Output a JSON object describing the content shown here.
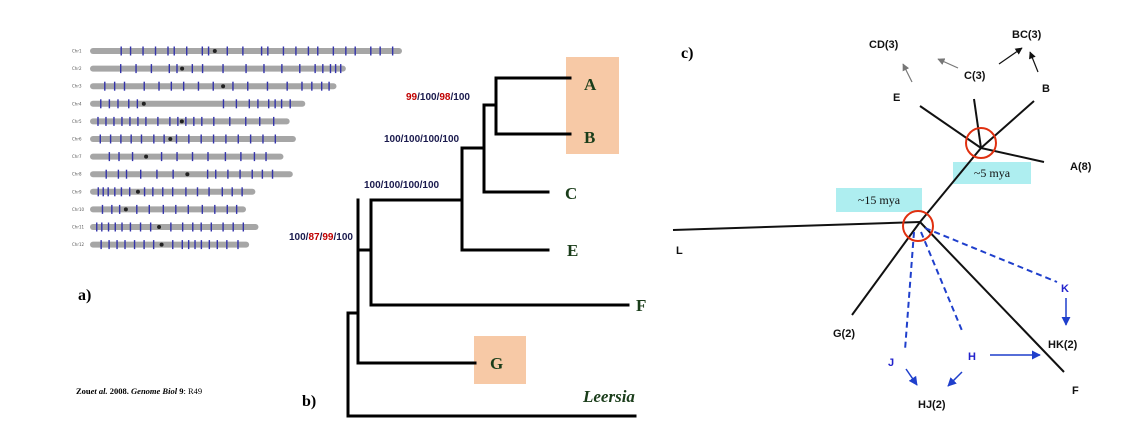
{
  "colors": {
    "chromosome": "#a6a6a6",
    "marker": "#3333aa",
    "support_black": "#1a1a4d",
    "support_red": "#c00000",
    "highlight_box": "#f7c9a6",
    "age_box": "#aeeef0",
    "node_circle": "#e03010",
    "dashed_blue": "#1f3fcc"
  },
  "panel_a": {
    "label": "a)",
    "citation": {
      "author": "Zou",
      "etal": "et al.",
      "year": " 2008. ",
      "journal": "Genome Biol",
      "volume": " 9",
      "pages": ": R49"
    },
    "chromosomes": [
      {
        "label": "Chr1",
        "length": 1.0,
        "centromere": 0.4,
        "markers": [
          0.1,
          0.13,
          0.17,
          0.21,
          0.25,
          0.27,
          0.31,
          0.36,
          0.38,
          0.44,
          0.49,
          0.55,
          0.57,
          0.62,
          0.66,
          0.7,
          0.73,
          0.78,
          0.82,
          0.85,
          0.9,
          0.93,
          0.97
        ]
      },
      {
        "label": "Chr2",
        "length": 0.82,
        "centromere": 0.36,
        "markers": [
          0.12,
          0.18,
          0.24,
          0.31,
          0.34,
          0.4,
          0.44,
          0.52,
          0.61,
          0.68,
          0.75,
          0.82,
          0.88,
          0.91,
          0.94,
          0.96,
          0.98
        ]
      },
      {
        "label": "Chr3",
        "length": 0.79,
        "centromere": 0.54,
        "markers": [
          0.06,
          0.1,
          0.14,
          0.22,
          0.28,
          0.33,
          0.38,
          0.44,
          0.5,
          0.58,
          0.64,
          0.72,
          0.8,
          0.86,
          0.9,
          0.94,
          0.97
        ]
      },
      {
        "label": "Chr4",
        "length": 0.69,
        "centromere": 0.25,
        "markers": [
          0.05,
          0.09,
          0.13,
          0.18,
          0.22,
          0.62,
          0.68,
          0.74,
          0.78,
          0.83,
          0.86,
          0.89,
          0.93
        ]
      },
      {
        "label": "Chr5",
        "length": 0.64,
        "centromere": 0.46,
        "markers": [
          0.04,
          0.08,
          0.12,
          0.16,
          0.2,
          0.24,
          0.28,
          0.34,
          0.4,
          0.44,
          0.48,
          0.52,
          0.56,
          0.62,
          0.7,
          0.78,
          0.85,
          0.92
        ]
      },
      {
        "label": "Chr6",
        "length": 0.66,
        "centromere": 0.39,
        "markers": [
          0.05,
          0.1,
          0.15,
          0.2,
          0.25,
          0.31,
          0.36,
          0.42,
          0.48,
          0.54,
          0.6,
          0.66,
          0.72,
          0.78,
          0.84,
          0.9
        ]
      },
      {
        "label": "Chr7",
        "length": 0.62,
        "centromere": 0.29,
        "markers": [
          0.1,
          0.15,
          0.22,
          0.37,
          0.45,
          0.53,
          0.61,
          0.7,
          0.78,
          0.85,
          0.91
        ]
      },
      {
        "label": "Chr8",
        "length": 0.65,
        "centromere": 0.48,
        "markers": [
          0.08,
          0.14,
          0.18,
          0.25,
          0.33,
          0.41,
          0.58,
          0.62,
          0.68,
          0.74,
          0.8,
          0.85,
          0.9
        ]
      },
      {
        "label": "Chr9",
        "length": 0.53,
        "centromere": 0.29,
        "markers": [
          0.05,
          0.08,
          0.11,
          0.15,
          0.19,
          0.24,
          0.33,
          0.38,
          0.44,
          0.5,
          0.58,
          0.65,
          0.72,
          0.8,
          0.86,
          0.92
        ]
      },
      {
        "label": "Chr10",
        "length": 0.5,
        "centromere": 0.23,
        "markers": [
          0.08,
          0.14,
          0.19,
          0.3,
          0.38,
          0.47,
          0.55,
          0.63,
          0.72,
          0.8,
          0.88,
          0.94
        ]
      },
      {
        "label": "Chr11",
        "length": 0.54,
        "centromere": 0.41,
        "markers": [
          0.04,
          0.07,
          0.11,
          0.15,
          0.19,
          0.24,
          0.3,
          0.36,
          0.48,
          0.55,
          0.61,
          0.66,
          0.72,
          0.79,
          0.85,
          0.91
        ]
      },
      {
        "label": "Chr12",
        "length": 0.51,
        "centromere": 0.45,
        "markers": [
          0.07,
          0.12,
          0.17,
          0.22,
          0.28,
          0.34,
          0.4,
          0.52,
          0.58,
          0.62,
          0.66,
          0.7,
          0.75,
          0.8,
          0.86,
          0.93
        ]
      }
    ]
  },
  "panel_b": {
    "label": "b)",
    "leaves": {
      "A": "A",
      "B": "B",
      "C": "C",
      "E": "E",
      "F": "F",
      "G": "G",
      "outgroup": "Leersia"
    },
    "support_ab": [
      "99",
      "/100/",
      "98",
      "/100"
    ],
    "support_abc": "100/100/100/100",
    "support_abce": "100/100/100/100",
    "support_abcef": [
      "100/",
      "87",
      "/",
      "99",
      "/100"
    ]
  },
  "panel_c": {
    "label": "c)",
    "nodes": {
      "cd3": "CD(3)",
      "bc3": "BC(3)",
      "c3": "C(3)",
      "e": "E",
      "b": "B",
      "a8": "A(8)",
      "l": "L",
      "g2": "G(2)",
      "k": "K",
      "hk2": "HK(2)",
      "j": "J",
      "h": "H",
      "hj2": "HJ(2)",
      "f": "F"
    },
    "age_5": "~5 mya",
    "age_15": "~15 mya"
  }
}
